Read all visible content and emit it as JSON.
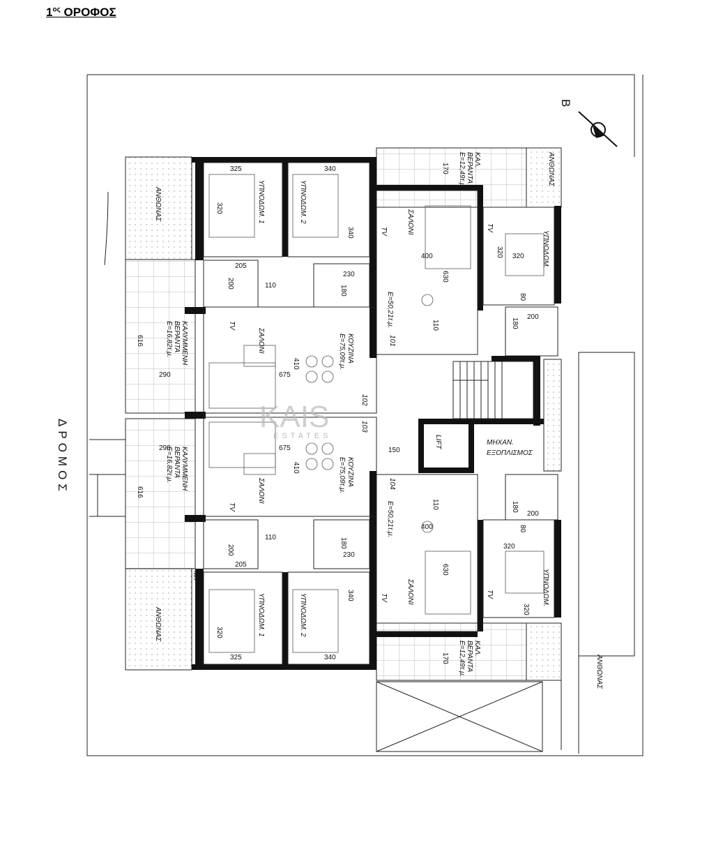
{
  "title": {
    "main": "1",
    "sup": "ος",
    "rest": " ΟΡΟΦΟΣ"
  },
  "compass_letter": "B",
  "street": "ΔΡΟΜΟΣ",
  "watermark": {
    "brand": "KAIS",
    "sub": "ESTATES"
  },
  "labels": {
    "bedroom1": "ΥΠΝΟΔΩΜ. 1",
    "bedroom2": "ΥΠΝΟΔΩΜ. 2",
    "bedroom": "ΥΠΝΟΔΩΜ.",
    "living": "ΣΑΛΟΝΙ",
    "kitchen": "ΚΟΥΖΙΝΑ",
    "kitchen_area": "E=75,09τ.μ.",
    "covered_veranda": "ΚΑΛΥΜΜΕΝΗ",
    "veranda": "ΒΕΡΑΝΤΑ",
    "covered_veranda_area": "E=16,82τ.μ.",
    "cov_ver_short": "ΚΑΛ.",
    "small_veranda_area": "E=12,49τ.μ.",
    "flowerbed": "ΑΝΘΩΝΑΣ",
    "flat_area": "E=50,21τ.μ.",
    "lift": "LIFT",
    "mech1": "ΜΗΧΑΝ.",
    "mech2": "ΕΞΟΠΛΙΣΜΟΣ",
    "tv": "TV",
    "mf": "M/F",
    "apt101": "101",
    "apt102": "102",
    "apt103": "103",
    "apt104": "104"
  },
  "dims": {
    "d325": "325",
    "d340": "340",
    "d320": "320",
    "d205": "205",
    "d110": "110",
    "d200": "200",
    "d230": "230",
    "d180": "180",
    "d290": "290",
    "d616": "616",
    "d675": "675",
    "d410": "410",
    "d400": "400",
    "d630": "630",
    "d170": "170",
    "d80": "80",
    "d150": "150"
  },
  "colors": {
    "line": "#111111",
    "watermark": "#bbbbbb"
  }
}
